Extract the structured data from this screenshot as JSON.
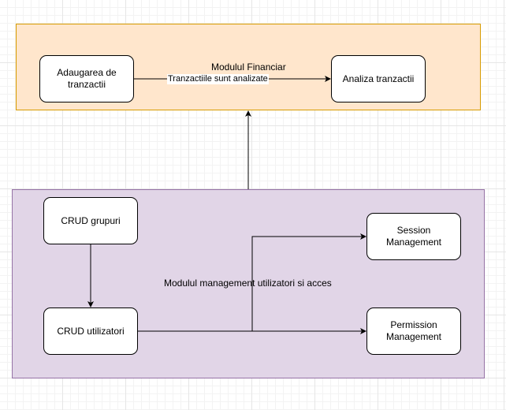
{
  "containers": {
    "financial": {
      "label": "Modulul Financiar",
      "fill": "#ffe6cc",
      "stroke": "#d79b00"
    },
    "user_management": {
      "label": "Modulul management utilizatori si acces",
      "fill": "#e1d5e7",
      "stroke": "#9673a6"
    }
  },
  "nodes": {
    "adaugarea": {
      "label": "Adaugarea de tranzactii"
    },
    "analiza": {
      "label": "Analiza tranzactii"
    },
    "crud_grupuri": {
      "label": "CRUD grupuri"
    },
    "crud_utilizatori": {
      "label": "CRUD utilizatori"
    },
    "session": {
      "label": "Session Management"
    },
    "permission": {
      "label": "Permission Management"
    }
  },
  "edges": {
    "adaugarea_to_analiza": {
      "label": "Tranzactiile sunt analizate"
    }
  }
}
